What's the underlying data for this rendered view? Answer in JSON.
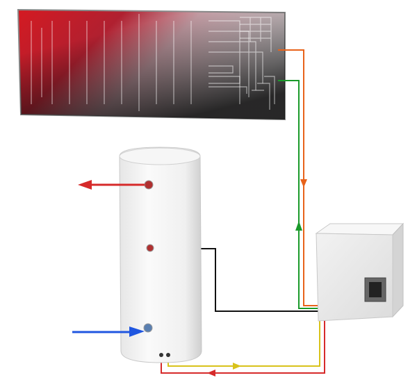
{
  "diagram": {
    "components": [
      "solar-collector-panel",
      "hot-water-storage-tank",
      "controller-box"
    ],
    "colors": {
      "hot_outlet_arrow": "#d62a2a",
      "cold_inlet_arrow": "#1f56e0",
      "collector_outlet_pipe": "#e8621a",
      "collector_return_pipe": "#1a9a2a",
      "sensor_wire": "#111111",
      "tank_supply_pipe": "#d8c21a",
      "tank_return_pipe": "#d62a2a"
    }
  }
}
